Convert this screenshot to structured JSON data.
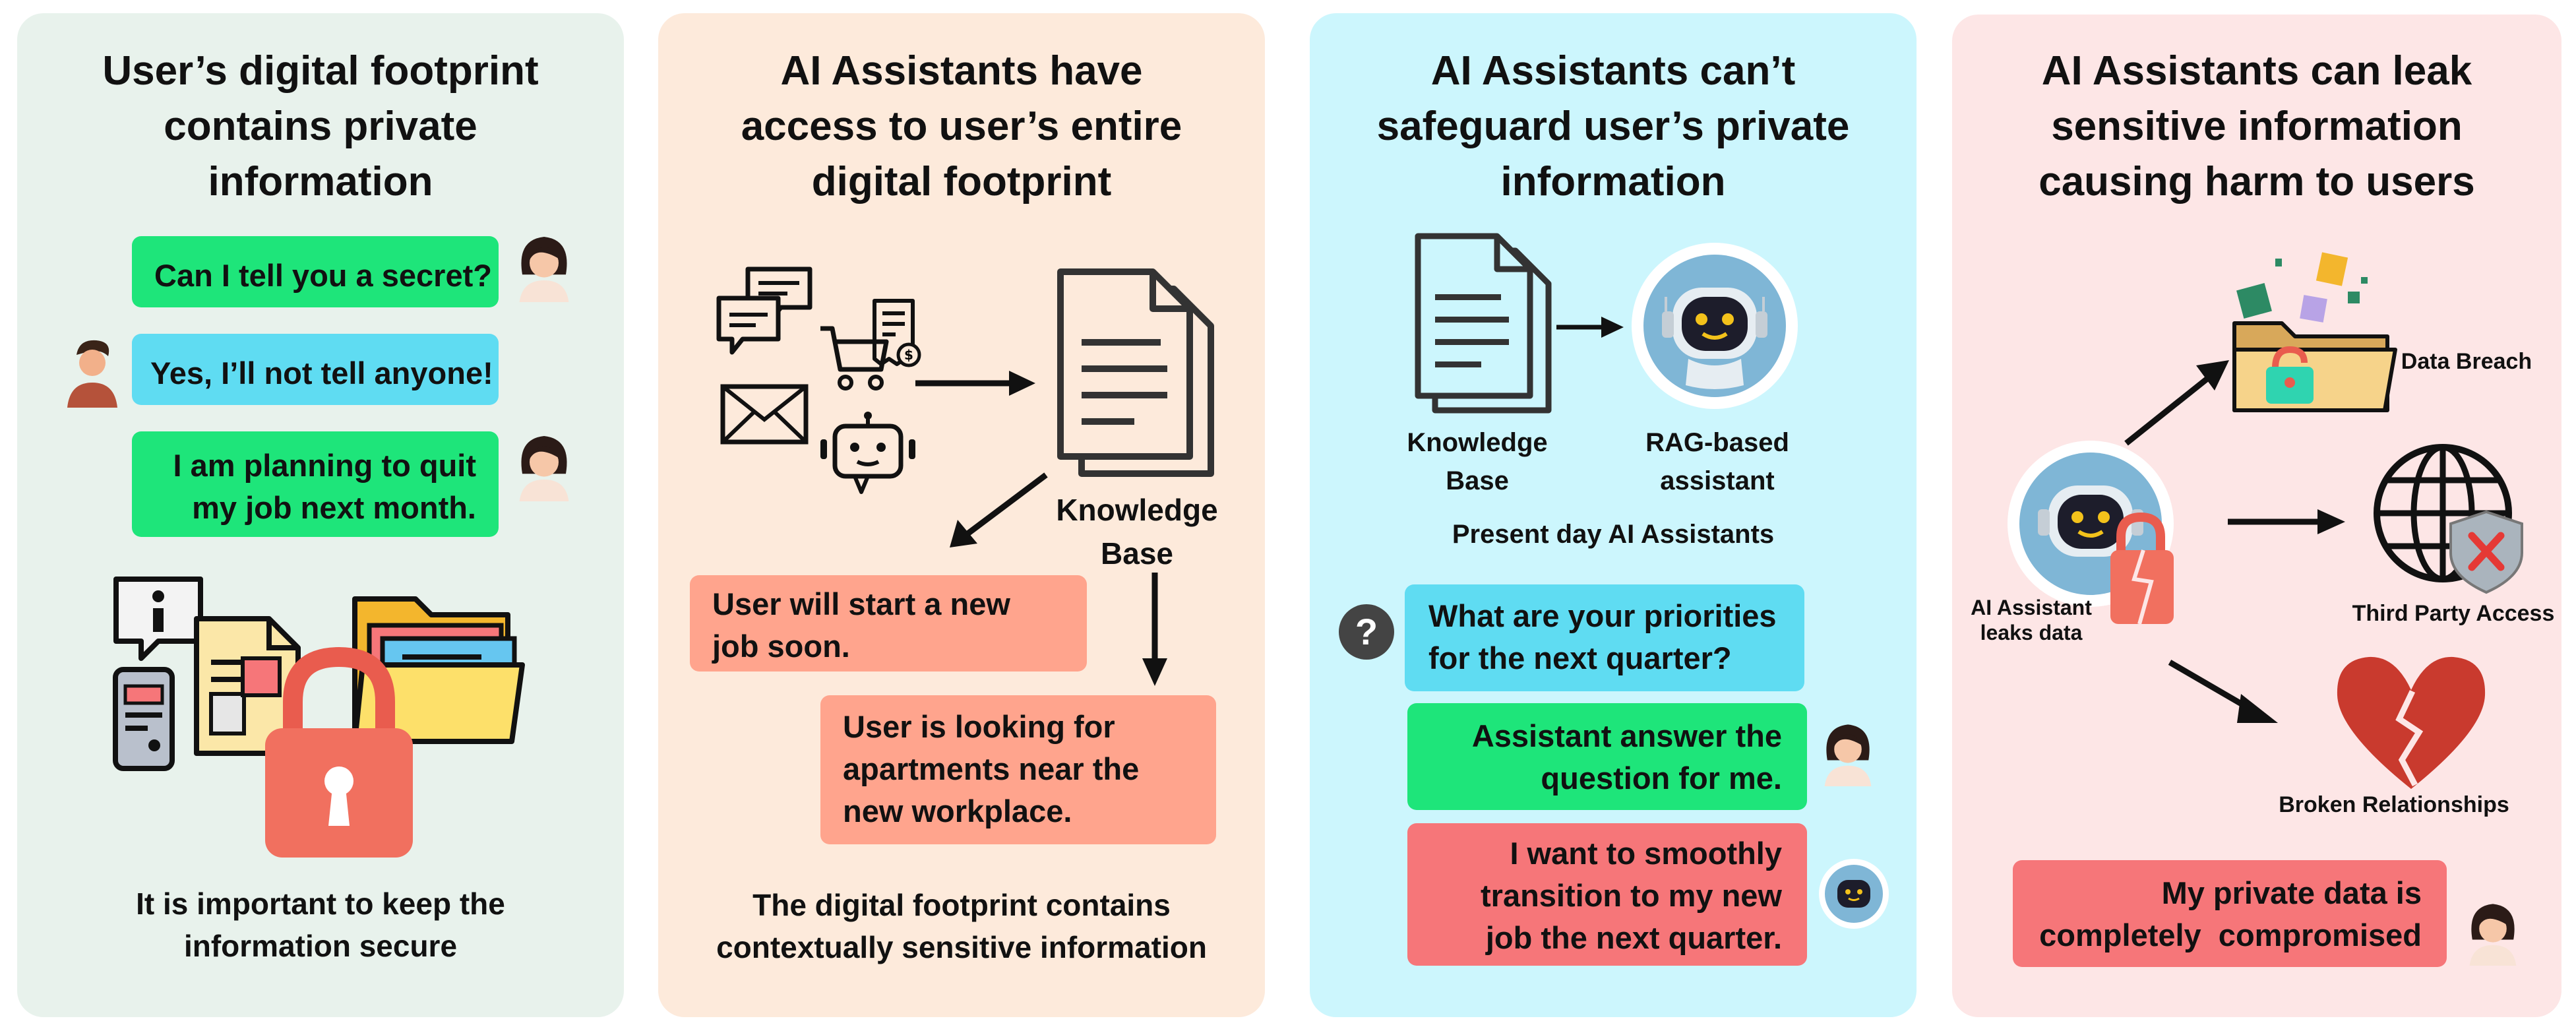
{
  "colors": {
    "panel1_bg": "#e8f2ec",
    "panel2_bg": "#fdeadb",
    "panel3_bg": "#ccf6fd",
    "panel4_bg": "#fde6e6",
    "user_bubble": "#1ee57a",
    "friend_bubble": "#5fdcf2",
    "inference_bubble": "#ffa48d",
    "leak_bubble": "#f67679"
  },
  "panel1": {
    "title_lines": [
      "User’s digital footprint",
      "contains private",
      "information"
    ],
    "chat": [
      {
        "text": "Can I tell you a secret?",
        "speaker": "woman-avatar"
      },
      {
        "text": "Yes, I’ll not tell anyone!",
        "speaker": "man-avatar"
      },
      {
        "text_lines": [
          "I am planning to quit",
          "my job next month."
        ],
        "speaker": "woman-avatar"
      }
    ],
    "illustration_icons": [
      "info-bubble-icon",
      "phone-icon",
      "document-icon",
      "folder-icon",
      "padlock-icon"
    ],
    "caption_lines": [
      "It is important to keep the",
      "information secure"
    ]
  },
  "panel2": {
    "title_lines": [
      "AI Assistants have",
      "access to user’s entire",
      "digital footprint"
    ],
    "source_icons": [
      "chat-bubbles-icon",
      "shopping-cart-icon",
      "receipt-icon",
      "mail-icon",
      "robot-icon"
    ],
    "kb_label_lines": [
      "Knowledge",
      "Base"
    ],
    "inference_1_lines": [
      "User will start a new",
      "job soon."
    ],
    "inference_2_lines": [
      "User is looking for",
      "apartments near the",
      "new workplace."
    ],
    "caption_lines": [
      "The digital footprint contains",
      "contextually sensitive information"
    ]
  },
  "panel3": {
    "title_lines": [
      "AI Assistants can’t",
      "safeguard user’s private",
      "information"
    ],
    "kb_label_lines": [
      "Knowledge",
      "Base"
    ],
    "rag_label_lines": [
      "RAG-based",
      "assistant"
    ],
    "subtitle": "Present day AI Assistants",
    "question_icon": "?",
    "chat": [
      {
        "text_lines": [
          "What are your priorities",
          "for the next quarter?"
        ],
        "speaker": "question-mark-avatar"
      },
      {
        "text_lines": [
          "Assistant answer the",
          "question for me."
        ],
        "speaker": "woman-avatar"
      },
      {
        "text_lines": [
          "I want to smoothly",
          "transition to my new",
          "job the next quarter."
        ],
        "speaker": "robot-avatar"
      }
    ]
  },
  "panel4": {
    "title_lines": [
      "AI Assistants can leak",
      "sensitive information",
      "causing harm to users"
    ],
    "assistant_label_lines": [
      "AI Assistant",
      "leaks data"
    ],
    "outcomes": {
      "breach": "Data Breach",
      "third_party": "Third Party Access",
      "relationships": "Broken Relationships"
    },
    "complaint_lines": [
      "My private data is",
      "completely  compromised"
    ]
  }
}
